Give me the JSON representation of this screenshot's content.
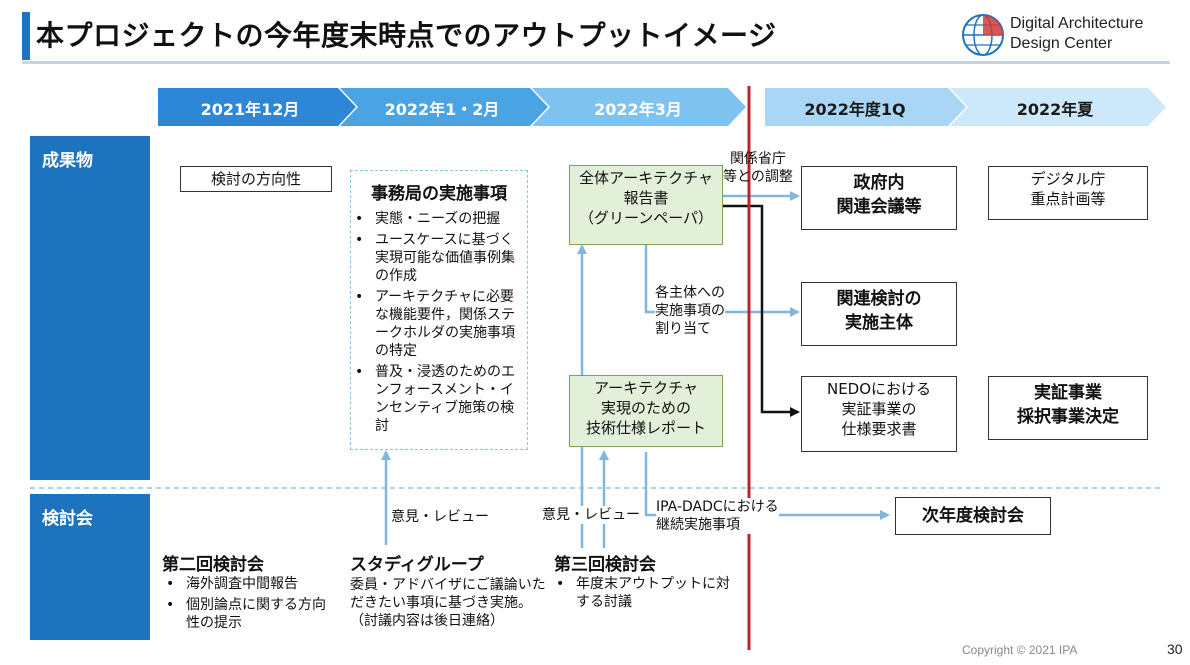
{
  "header": {
    "title": "本プロジェクトの今年度末時点でのアウトプットイメージ",
    "logo_line1": "Digital Architecture",
    "logo_line2": "Design Center"
  },
  "timeline": [
    {
      "label": "2021年12月",
      "color": "#2e86d6"
    },
    {
      "label": "2022年1・2月",
      "color": "#4aa3e3"
    },
    {
      "label": "2022年3月",
      "color": "#7ec3ef"
    },
    {
      "label": "2022年度1Q",
      "color": "#a9d6f4"
    },
    {
      "label": "2022年夏",
      "color": "#cde8f8"
    }
  ],
  "rows": {
    "deliverables": "成果物",
    "committee": "検討会"
  },
  "boxes": {
    "direction": "検討の方向性",
    "secretariat_title": "事務局の実施事項",
    "secretariat_items": [
      "実態・ニーズの把握",
      "ユースケースに基づく実現可能な価値事例集の作成",
      "アーキテクチャに必要な機能要件，関係ステークホルダの実施事項の特定",
      "普及・浸透のためのエンフォースメント・インセンティブ施策の検討"
    ],
    "green_paper": [
      "全体アーキテクチャ",
      "報告書",
      "（グリーンペーパ）"
    ],
    "tech_report": [
      "アーキテクチャ",
      "実現のための",
      "技術仕様レポート"
    ],
    "gov_meeting": [
      "政府内",
      "関連会議等"
    ],
    "related_actors": [
      "関連検討の",
      "実施主体"
    ],
    "nedo": [
      "NEDOにおける",
      "実証事業の",
      "仕様要求書"
    ],
    "digital_agency": [
      "デジタル庁",
      "重点計画等"
    ],
    "demo_project": [
      "実証事業",
      "採択事業決定"
    ],
    "next_committee": "次年度検討会"
  },
  "labels": {
    "ministry_coord": [
      "関係省庁",
      "等との調整"
    ],
    "allocation": [
      "各主体への",
      "実施事項の",
      "割り当て"
    ],
    "ipa_dadc": [
      "IPA-DADCにおける",
      "継続実施事項"
    ],
    "opinion1": "意見・レビュー",
    "opinion2": "意見・レビュー"
  },
  "meetings": {
    "second_title": "第二回検討会",
    "second_items": [
      "海外調査中間報告",
      "個別論点に関する方向性の提示"
    ],
    "study_title": "スタディグループ",
    "study_text": [
      "委員・アドバイザにご議論いた",
      "だきたい事項に基づき実施。",
      "（討議内容は後日連絡）"
    ],
    "third_title": "第三回検討会",
    "third_items": [
      "年度末アウトプットに対する討議"
    ]
  },
  "footer": {
    "copyright": "Copyright © 2021 IPA",
    "page": "30"
  },
  "colors": {
    "accent": "#1e73be",
    "arrow": "#7fb8dc",
    "red_line": "#b8232f",
    "green_fill": "#e2efd9"
  }
}
